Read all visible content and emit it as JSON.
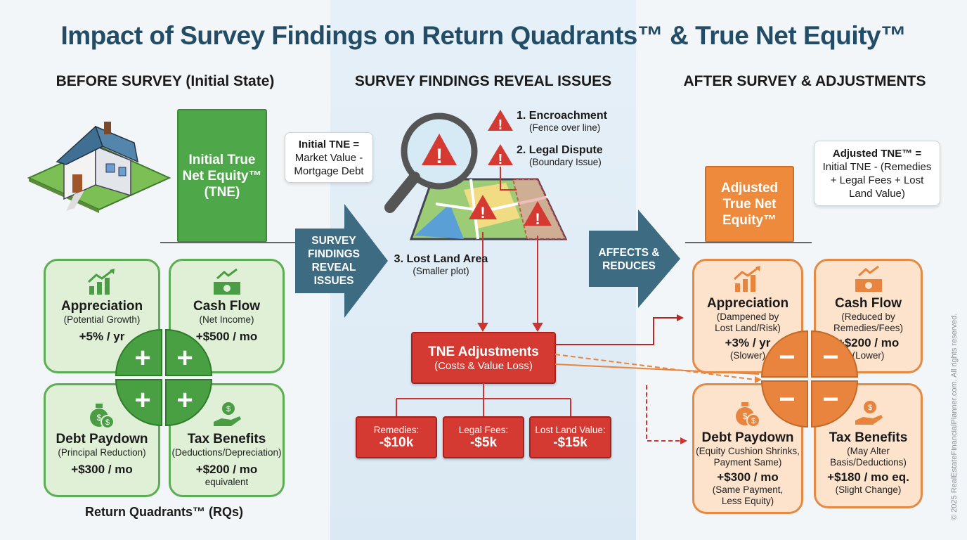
{
  "title": "Impact of Survey Findings on Return Quadrants™ & True Net Equity™",
  "before": {
    "heading": "BEFORE SURVEY (Initial State)",
    "bar_label": "Initial True Net Equity™ (TNE)",
    "callout_title": "Initial TNE =",
    "callout_body": "Market Value - Mortgage Debt",
    "quadrants": [
      {
        "title": "Appreciation",
        "sub": "(Potential Growth)",
        "value": "+5% / yr",
        "note": ""
      },
      {
        "title": "Cash Flow",
        "sub": "(Net Income)",
        "value": "+$500 / mo",
        "note": ""
      },
      {
        "title": "Debt Paydown",
        "sub": "(Principal Reduction)",
        "value": "+$300 / mo",
        "note": ""
      },
      {
        "title": "Tax Benefits",
        "sub": "(Deductions/Depreciation)",
        "value": "+$200 / mo",
        "note": "equivalent"
      }
    ],
    "sign": "+",
    "rq_label": "Return Quadrants™ (RQs)"
  },
  "middle": {
    "heading": "SURVEY FINDINGS REVEAL ISSUES",
    "arrow_label": "SURVEY FINDINGS REVEAL ISSUES",
    "issues": [
      {
        "title": "1. Encroachment",
        "sub": "(Fence over line)"
      },
      {
        "title": "2. Legal Dispute",
        "sub": "(Boundary Issue)"
      },
      {
        "title": "3. Lost Land Area",
        "sub": "(Smaller plot)"
      }
    ],
    "adjust_title": "TNE Adjustments",
    "adjust_sub": "(Costs & Value Loss)",
    "costs": [
      {
        "label": "Remedies:",
        "value": "-$10k"
      },
      {
        "label": "Legal Fees:",
        "value": "-$5k"
      },
      {
        "label": "Lost Land Value:",
        "value": "-$15k"
      }
    ]
  },
  "after": {
    "heading": "AFTER SURVEY & ADJUSTMENTS",
    "arrow_label": "AFFECTS & REDUCES",
    "bar_label": "Adjusted True Net Equity™",
    "callout_title": "Adjusted TNE™ =",
    "callout_body": "Initial TNE - (Remedies + Legal Fees + Lost Land Value)",
    "quadrants": [
      {
        "title": "Appreciation",
        "sub": "(Dampened by Lost Land/Risk)",
        "value": "+3% / yr",
        "note": "(Slower)"
      },
      {
        "title": "Cash Flow",
        "sub": "(Reduced by Remedies/Fees)",
        "value": "+$200 / mo",
        "note": "(Lower)"
      },
      {
        "title": "Debt Paydown",
        "sub": "(Equity Cushion Shrinks, Payment Same)",
        "value": "+$300 / mo",
        "note": "(Same Payment, Less Equity)"
      },
      {
        "title": "Tax Benefits",
        "sub": "(May Alter Basis/Deductions)",
        "value": "+$180 / mo eq.",
        "note": "(Slight Change)"
      }
    ],
    "sign": "−"
  },
  "copyright": "© 2025 RealEstateFinancialPlanner.com. All rights reserved.",
  "colors": {
    "green": "#4a9d45",
    "orange": "#e8843d",
    "red": "#d43a32",
    "navy": "#234c66",
    "arrow": "#3d6b82"
  }
}
